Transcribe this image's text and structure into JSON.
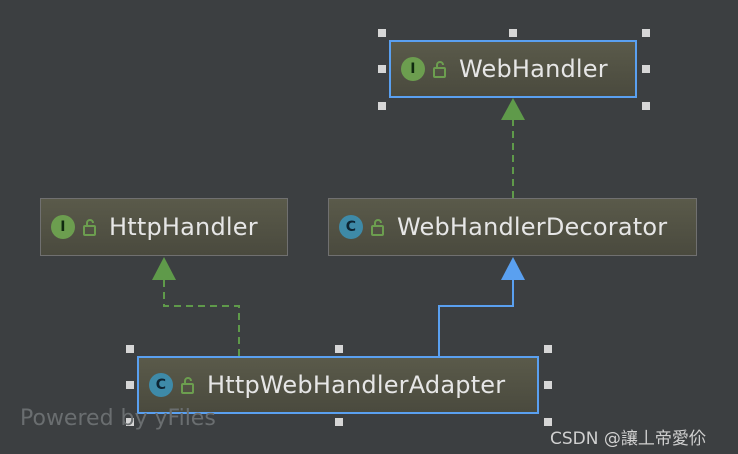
{
  "nodes": {
    "web_handler": {
      "kind_letter": "I",
      "kind": "interface",
      "label": "WebHandler"
    },
    "http_handler": {
      "kind_letter": "I",
      "kind": "interface",
      "label": "HttpHandler"
    },
    "web_handler_decorator": {
      "kind_letter": "C",
      "kind": "class",
      "label": "WebHandlerDecorator"
    },
    "http_web_handler_adapter": {
      "kind_letter": "C",
      "kind": "class",
      "label": "HttpWebHandlerAdapter"
    }
  },
  "edges": [
    {
      "from": "web_handler_decorator",
      "to": "web_handler",
      "type": "implements",
      "style": "dashed",
      "color": "#5f9a4a"
    },
    {
      "from": "http_web_handler_adapter",
      "to": "http_handler",
      "type": "implements",
      "style": "dashed",
      "color": "#5f9a4a"
    },
    {
      "from": "http_web_handler_adapter",
      "to": "web_handler_decorator",
      "type": "extends",
      "style": "solid",
      "color": "#5aa0f0"
    }
  ],
  "colors": {
    "background": "#3c3f41",
    "implements_arrow": "#5f9a4a",
    "extends_arrow": "#5aa0f0",
    "selection_border": "#5aa0f0",
    "interface_badge": "#6c9e4f",
    "class_badge": "#3e8aa8"
  },
  "watermark": "Powered by yFiles",
  "credit": "CSDN @讓丄帝愛伱"
}
